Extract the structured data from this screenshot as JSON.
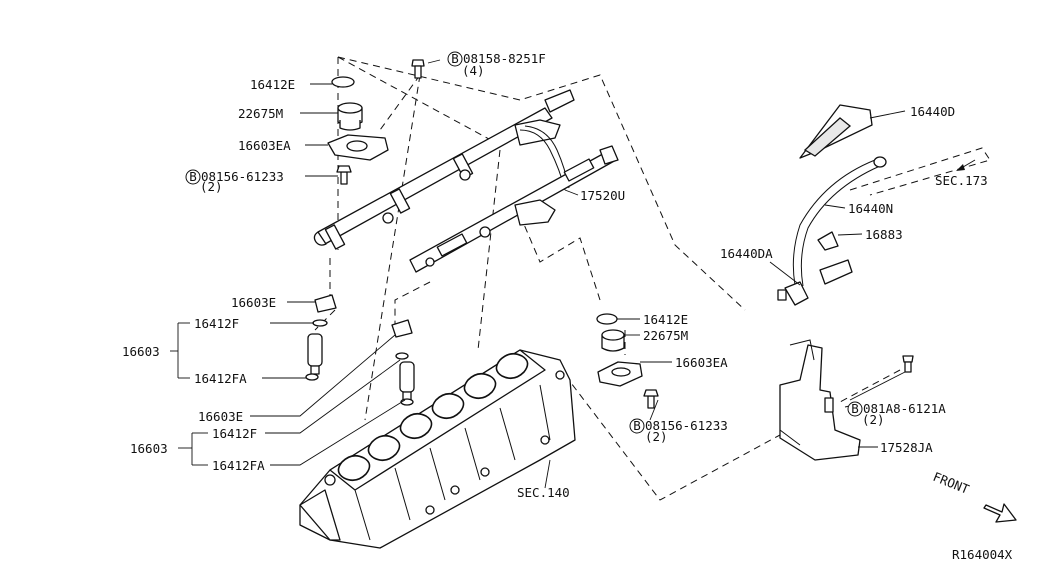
{
  "diagram": {
    "labels": {
      "p16412E_top": "16412E",
      "p22675M_top": "22675M",
      "p16603EA_top": "16603EA",
      "bolt_top_num": "08158-8251F",
      "bolt_top_qty": "(4)",
      "bolt_left_num": "08156-61233",
      "bolt_left_qty": "(2)",
      "p17520U": "17520U",
      "p16440D": "16440D",
      "sec173": "SEC.173",
      "p16440N": "16440N",
      "p16883": "16883",
      "p16440DA": "16440DA",
      "p16603E_upper": "16603E",
      "p16412F_upper": "16412F",
      "p16603_upper": "16603",
      "p16412FA_upper": "16412FA",
      "p16603E_lower": "16603E",
      "p16412F_lower": "16412F",
      "p16603_lower": "16603",
      "p16412FA_lower": "16412FA",
      "p16412E_mid": "16412E",
      "p22675M_mid": "22675M",
      "p16603EA_mid": "16603EA",
      "bolt_mid_num": "08156-61233",
      "bolt_mid_qty": "(2)",
      "bolt_right_num": "081A8-6121A",
      "bolt_right_qty": "(2)",
      "p17528JA": "17528JA",
      "sec140": "SEC.140",
      "front": "FRONT",
      "ref_code": "R164004X",
      "bolt_marker": "B"
    }
  }
}
